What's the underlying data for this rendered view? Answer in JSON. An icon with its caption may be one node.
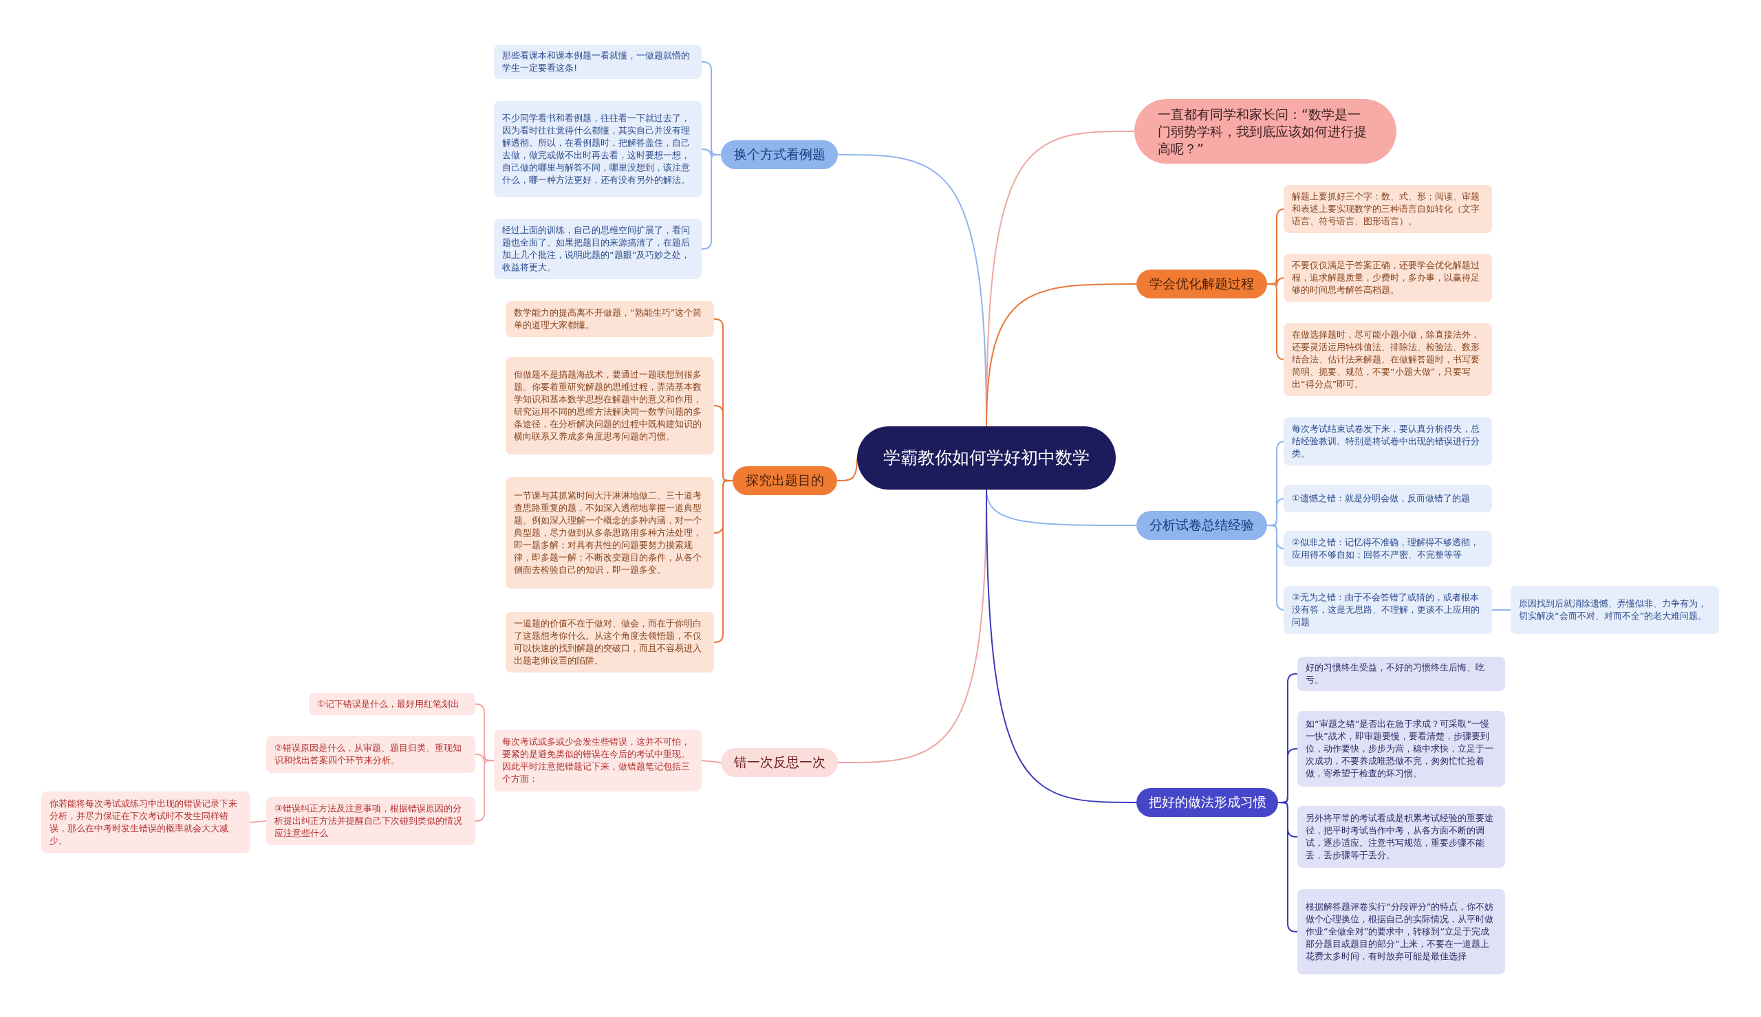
{
  "diagram": {
    "nodes": [
      {
        "text": [
          "学霸教你如何学好初中数学"
        ]
      },
      {
        "text": [
          "换个方式看例题"
        ]
      },
      {
        "text": [
          "那些看课本和课本例题一看就懂，一做题就懵的学生一定要看这条!"
        ]
      },
      {
        "text": [
          "不少同学看书和看例题，往往看一下就过去了，因为看时往往觉得什么都懂，其实自己并没有理解透彻。所以，在看例题时，把解答盖住，自己去做，做完或做不出时再去看，这时要想一想，自己做的哪里与解答不同，哪里没想到，该注意什么，哪一种方法更好，还有没有另外的解法。"
        ]
      },
      {
        "text": [
          "经过上面的训练，自己的思维空间扩展了，看问题也全面了。如果把题目的来源搞清了，在题后加上几个批注，说明此题的“题眼”及巧妙之处，收益将更大。"
        ]
      },
      {
        "text": [
          "探究出题目的"
        ]
      },
      {
        "text": [
          "数学能力的提高离不开做题，“熟能生巧”这个简单的道理大家都懂。"
        ]
      },
      {
        "text": [
          "但做题不是搞题海战术，要通过一题联想到很多题。你要着重研究解题的思维过程，弄清基本数学知识和基本数学思想在解题中的意义和作用，研究运用不同的思维方法解决同一数学问题的多条途径，在分析解决问题的过程中既构建知识的横向联系又养成多角度思考问题的习惯。"
        ]
      },
      {
        "text": [
          "一节课与其抓紧时间大汗淋淋地做二、三十道考查思路重复的题，不如深入透彻地掌握一道典型题。例如深入理解一个概念的多种内涵，对一个典型题，尽力做到从多条思路用多种方法处理，即一题多解；对具有共性的问题要努力摸索规律，即多题一解；不断改变题目的条件，从各个侧面去检验自己的知识，即一题多变。"
        ]
      },
      {
        "text": [
          "一道题的价值不在于做对、做会，而在于你明白了这题想考你什么。从这个角度去领悟题，不仅可以快速的找到解题的突破口，而且不容易进入出题老师设置的陷阱。"
        ]
      },
      {
        "text": [
          "错一次反思一次"
        ]
      },
      {
        "text": [
          "每次考试或多或少会发生些错误，这并不可怕，要紧的是避免类似的错误在今后的考试中重现。因此平时注意把错题记下来，做错题笔记包括三个方面："
        ]
      },
      {
        "text": [
          "①记下错误是什么，最好用红笔划出"
        ]
      },
      {
        "text": [
          "②错误原因是什么，从审题、题目归类、重现知识和找出答案四个环节来分析。"
        ]
      },
      {
        "text": [
          "③错误纠正方法及注意事项，根据错误原因的分析提出纠正方法并提醒自己下次碰到类似的情况应注意些什么"
        ]
      },
      {
        "text": [
          "你若能将每次考试或练习中出现的错误记录下来分析，并尽力保证在下次考试时不发生同样错误，那么在中考时发生错误的概率就会大大减少。"
        ]
      },
      {
        "text": [
          "一直都有同学和家长问：“数学是一门弱势学科，我到底应该如何进行提高呢？”"
        ]
      },
      {
        "text": [
          "学会优化解题过程"
        ]
      },
      {
        "text": [
          "解题上要抓好三个字：数、式、形；阅读、审题和表述上要实现数学的三种语言自如转化（文字语言、符号语言、图形语言）。"
        ]
      },
      {
        "text": [
          "不要仅仅满足于答案正确，还要学会优化解题过程，追求解题质量，少费时，多办事，以赢得足够的时间思考解答高档题。"
        ]
      },
      {
        "text": [
          "在做选择题时，尽可能小题小做，除直接法外，还要灵活运用特殊值法、排除法、检验法、数形结合法、估计法来解题。在做解答题时，书写要简明、扼要、规范，不要“小题大做”，只要写出“得分点”即可。"
        ]
      },
      {
        "text": [
          "分析试卷总结经验"
        ]
      },
      {
        "text": [
          "每次考试结束试卷发下来，要认真分析得失，总结经验教训。特别是将试卷中出现的错误进行分类。"
        ]
      },
      {
        "text": [
          "①遗憾之错：就是分明会做，反而做错了的题"
        ]
      },
      {
        "text": [
          "②似非之错：记忆得不准确，理解得不够透彻，应用得不够自如；回答不严密、不完整等等"
        ]
      },
      {
        "text": [
          "③无为之错：由于不会答错了或猜的，或者根本没有答，这是无思路、不理解，更谈不上应用的问题"
        ]
      },
      {
        "text": [
          "原因找到后就消除遗憾、弄懂似非、力争有为，切实解决“会而不对、对而不全”的老大难问题。"
        ]
      },
      {
        "text": [
          "把好的做法形成习惯"
        ]
      },
      {
        "text": [
          "好的习惯终生受益，不好的习惯终生后悔、吃亏。"
        ]
      },
      {
        "text": [
          "如“审题之错”是否出在急于求成？可采取“一慢一快”战术，即审题要慢，要看清楚，步骤要到位，动作要快，步步为营，稳中求快，立足于一次成功，不要养成唯恐做不完，匆匆忙忙抢着做，寄希望于检查的坏习惯。"
        ]
      },
      {
        "text": [
          "另外将平常的考试看成是积累考试经验的重要途径，把平时考试当作中考，从各方面不断的调试，逐步适应。注意书写规范，重要步骤不能丢，丢步骤等于丢分。"
        ]
      },
      {
        "text": [
          "根据解答题评卷实行“分段评分”的特点，你不妨做个心理换位，根据自己的实际情况，从平时做作业“全做全对”的要求中，转移到“立足于完成部分题目或题目的部分”上来，不要在一道题上花费太多时间，有时放弃可能是最佳选择"
        ]
      }
    ],
    "edges": [
      {
        "from": 0,
        "to": 1,
        "arrow": "none",
        "color": "#8fb4ee"
      },
      {
        "from": 1,
        "to": 2,
        "arrow": "none",
        "color": "#8fb4ee"
      },
      {
        "from": 1,
        "to": 3,
        "arrow": "none",
        "color": "#8fb4ee"
      },
      {
        "from": 1,
        "to": 4,
        "arrow": "none",
        "color": "#8fb4ee"
      },
      {
        "from": 0,
        "to": 5,
        "arrow": "none",
        "color": "#e8773a"
      },
      {
        "from": 5,
        "to": 6,
        "arrow": "none",
        "color": "#e8773a"
      },
      {
        "from": 5,
        "to": 7,
        "arrow": "none",
        "color": "#e8773a"
      },
      {
        "from": 5,
        "to": 8,
        "arrow": "none",
        "color": "#e8773a"
      },
      {
        "from": 5,
        "to": 9,
        "arrow": "none",
        "color": "#e8773a"
      },
      {
        "from": 0,
        "to": 10,
        "arrow": "none",
        "color": "#f0a6a2"
      },
      {
        "from": 10,
        "to": 11,
        "arrow": "none",
        "color": "#f0a6a2"
      },
      {
        "from": 11,
        "to": 12,
        "arrow": "none",
        "color": "#f0a6a2"
      },
      {
        "from": 11,
        "to": 13,
        "arrow": "none",
        "color": "#f0a6a2"
      },
      {
        "from": 11,
        "to": 14,
        "arrow": "none",
        "color": "#f0a6a2"
      },
      {
        "from": 14,
        "to": 15,
        "arrow": "none",
        "color": "#f0a6a2"
      },
      {
        "from": 0,
        "to": 16,
        "arrow": "none",
        "color": "#f0a6a2"
      },
      {
        "from": 0,
        "to": 17,
        "arrow": "none",
        "color": "#e8773a"
      },
      {
        "from": 17,
        "to": 18,
        "arrow": "none",
        "color": "#e8773a"
      },
      {
        "from": 17,
        "to": 19,
        "arrow": "none",
        "color": "#e8773a"
      },
      {
        "from": 17,
        "to": 20,
        "arrow": "none",
        "color": "#e8773a"
      },
      {
        "from": 0,
        "to": 21,
        "arrow": "none",
        "color": "#8fb4ee"
      },
      {
        "from": 21,
        "to": 22,
        "arrow": "none",
        "color": "#8fb4ee"
      },
      {
        "from": 21,
        "to": 23,
        "arrow": "none",
        "color": "#8fb4ee"
      },
      {
        "from": 21,
        "to": 24,
        "arrow": "none",
        "color": "#8fb4ee"
      },
      {
        "from": 21,
        "to": 25,
        "arrow": "none",
        "color": "#8fb4ee"
      },
      {
        "from": 25,
        "to": 26,
        "arrow": "none",
        "color": "#8fb4ee"
      },
      {
        "from": 0,
        "to": 27,
        "arrow": "none",
        "color": "#3c3cb8"
      },
      {
        "from": 27,
        "to": 28,
        "arrow": "none",
        "color": "#3c3cb8"
      },
      {
        "from": 27,
        "to": 29,
        "arrow": "none",
        "color": "#3c3cb8"
      },
      {
        "from": 27,
        "to": 30,
        "arrow": "none",
        "color": "#3c3cb8"
      },
      {
        "from": 27,
        "to": 31,
        "arrow": "none",
        "color": "#3c3cb8"
      }
    ]
  }
}
